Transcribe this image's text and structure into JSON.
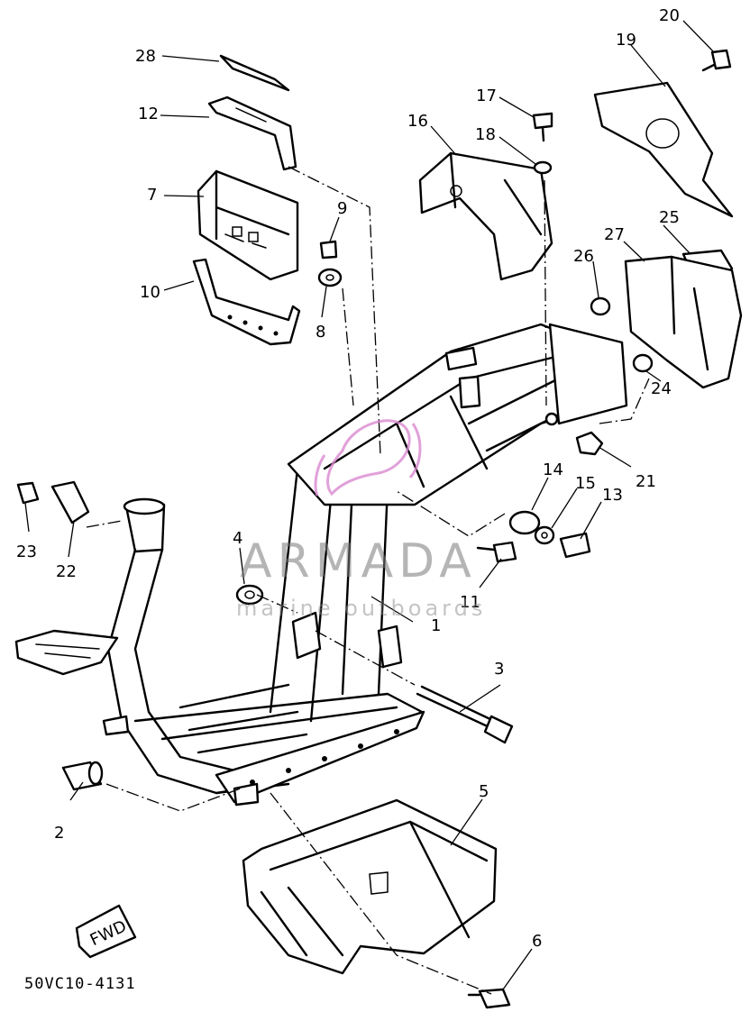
{
  "diagram": {
    "reference_code": "50VC10-4131",
    "fwd_badge": "FWD",
    "watermark": {
      "brand": "ARMADA",
      "tagline": "marine outboards"
    },
    "callouts": [
      {
        "id": "c1",
        "text": "1"
      },
      {
        "id": "c2",
        "text": "2"
      },
      {
        "id": "c3",
        "text": "3"
      },
      {
        "id": "c4",
        "text": "4"
      },
      {
        "id": "c5",
        "text": "5"
      },
      {
        "id": "c6",
        "text": "6"
      },
      {
        "id": "c7",
        "text": "7"
      },
      {
        "id": "c8",
        "text": "8"
      },
      {
        "id": "c9",
        "text": "9"
      },
      {
        "id": "c10",
        "text": "10"
      },
      {
        "id": "c11",
        "text": "11"
      },
      {
        "id": "c12",
        "text": "12"
      },
      {
        "id": "c13",
        "text": "13"
      },
      {
        "id": "c14",
        "text": "14"
      },
      {
        "id": "c15",
        "text": "15"
      },
      {
        "id": "c16",
        "text": "16"
      },
      {
        "id": "c17",
        "text": "17"
      },
      {
        "id": "c18",
        "text": "18"
      },
      {
        "id": "c19",
        "text": "19"
      },
      {
        "id": "c20",
        "text": "20"
      },
      {
        "id": "c21",
        "text": "21"
      },
      {
        "id": "c22",
        "text": "22"
      },
      {
        "id": "c23",
        "text": "23"
      },
      {
        "id": "c24",
        "text": "24"
      },
      {
        "id": "c25",
        "text": "25"
      },
      {
        "id": "c26",
        "text": "26"
      },
      {
        "id": "c27",
        "text": "27"
      },
      {
        "id": "c28",
        "text": "28"
      }
    ]
  }
}
